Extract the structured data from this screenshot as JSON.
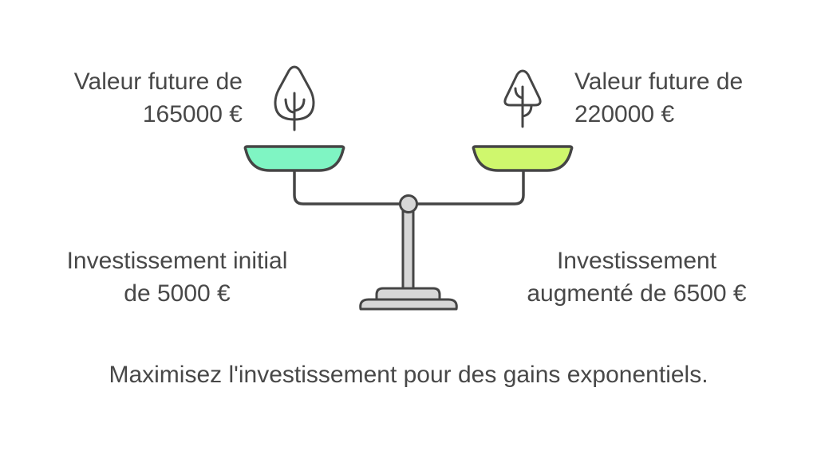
{
  "diagram": {
    "type": "balance-scale",
    "colors": {
      "left_pan": "#7ff5c3",
      "right_pan": "#cff76d",
      "stand": "#d7d7d7",
      "stroke": "#454545",
      "text": "#484848"
    },
    "icons": {
      "left_pan_icon": "deciduous-tree-icon",
      "right_pan_icon": "conifer-tree-icon"
    },
    "left": {
      "top_label_line1": "Valeur future de",
      "top_label_line2": "165000 €",
      "bottom_label_line1": "Investissement initial",
      "bottom_label_line2": "de 5000 €"
    },
    "right": {
      "top_label_line1": "Valeur future de",
      "top_label_line2": "220000 €",
      "bottom_label_line1": "Investissement",
      "bottom_label_line2": "augmenté de 6500 €"
    },
    "caption": "Maximisez l'investissement pour des gains exponentiels."
  }
}
